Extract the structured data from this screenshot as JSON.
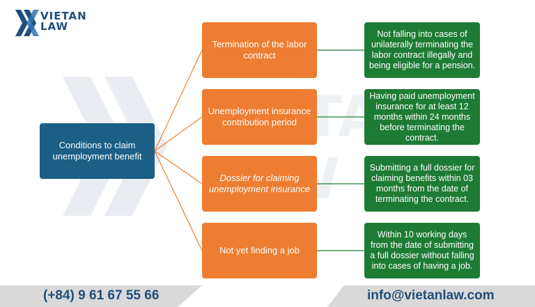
{
  "brand": {
    "logo_line1": "VIETAN",
    "logo_line2": "LAW",
    "watermark_line1": "VIETAN",
    "watermark_line2": "LAW"
  },
  "root": {
    "label": "Conditions to claim unemployment benefit"
  },
  "conditions": [
    {
      "label": "Termination of the labor contract",
      "description": "Not falling into cases of unilaterally terminating the labor contract illegally and being eligible for a pension."
    },
    {
      "label": "Unemployment insurance contribution period",
      "description": "Having paid unemployment insurance for at least 12 months within 24 months before terminating the contract."
    },
    {
      "label": "Dossier for claiming unemployment insurance",
      "description": "Submitting a full dossier for claiming benefits within 03 months from the date of terminating the contract."
    },
    {
      "label": "Not yet finding a job",
      "description": "Within 10 working days from the date of submitting a full dossier without falling into cases of having a job."
    }
  ],
  "footer": {
    "phone": "(+84) 9 61 67 55 66",
    "email": "info@vietanlaw.com"
  },
  "colors": {
    "root": "#1b5f86",
    "condition": "#ed7d31",
    "description": "#1e7b34",
    "brand": "#1f4e79",
    "connector": "#ed7d31"
  }
}
